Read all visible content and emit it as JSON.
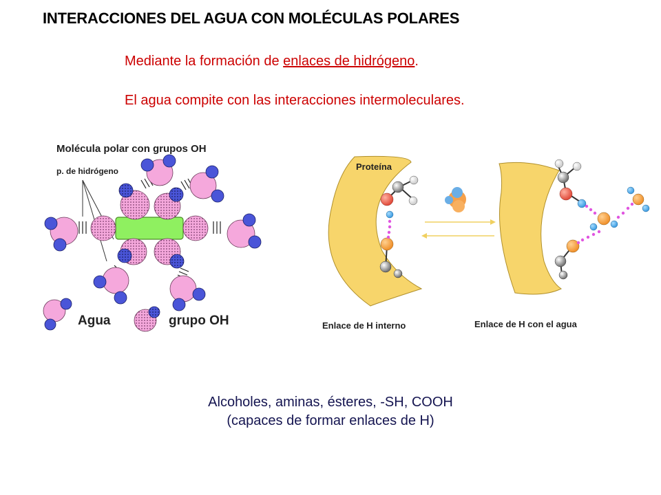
{
  "title": "INTERACCIONES DEL AGUA CON MOLÉCULAS POLARES",
  "subtitle": {
    "prefix": "Mediante la formación de ",
    "link": "enlaces de hidrógeno",
    "suffix": "."
  },
  "line2": "El agua compite con las interacciones intermoleculares.",
  "left_figure": {
    "heading": "Molécula polar con grupos OH",
    "bond_label": "p. de hidrógeno",
    "water_label": "Agua",
    "oh_label": "grupo OH"
  },
  "right_figure": {
    "protein_label": "Proteína",
    "internal_caption": "Enlace de H interno",
    "water_caption": "Enlace de H con el agua"
  },
  "footer": {
    "line1": "Alcoholes, aminas, ésteres, -SH, COOH",
    "line2": "(capaces de formar enlaces de H)"
  },
  "colors": {
    "title": "#000000",
    "red_text": "#cc0000",
    "footer_text": "#141450",
    "oxygen_pink": "#f5a8dc",
    "hydrogen_blue": "#4a55d8",
    "core_green": "#8ff060",
    "protein_yellow": "#f7d56b",
    "hbond_magenta": "#e055e0"
  }
}
